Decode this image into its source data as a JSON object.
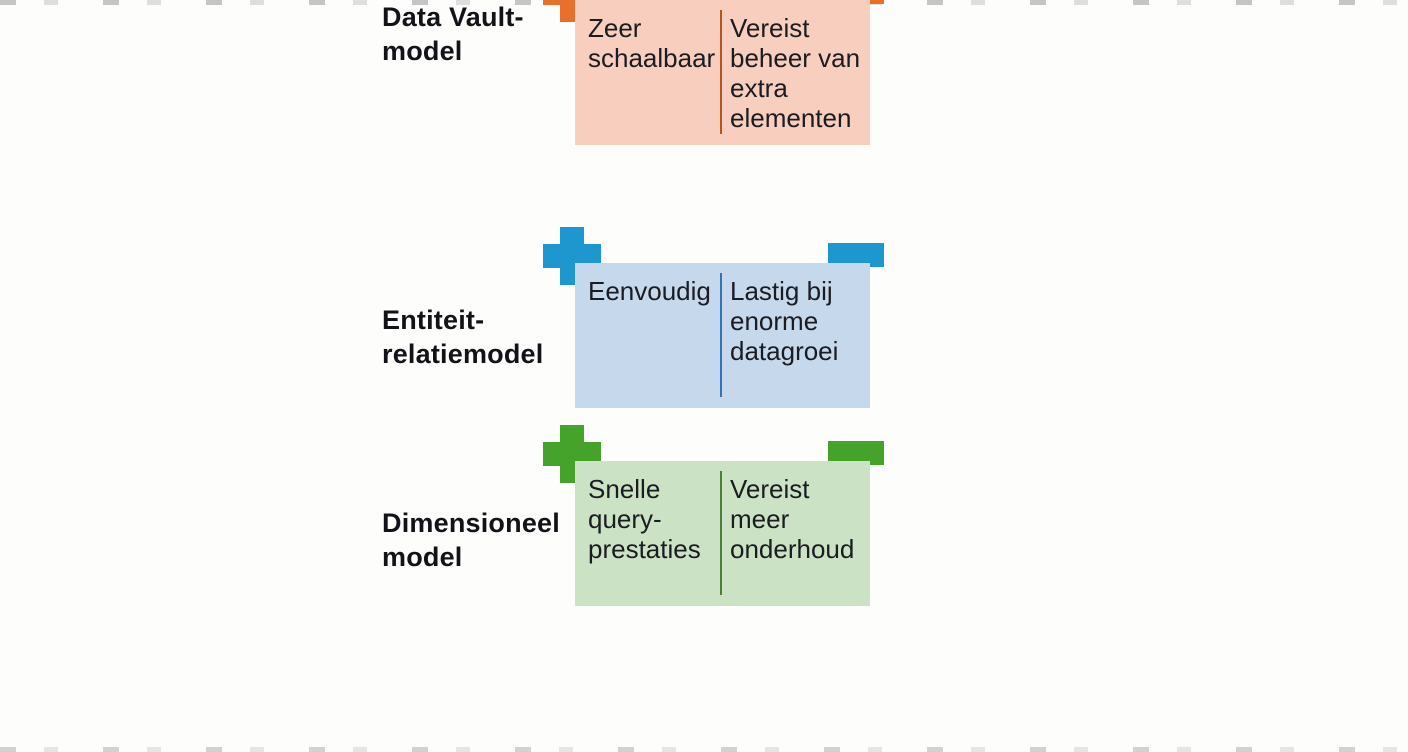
{
  "page": {
    "background_color": "#fdfdfc",
    "text_color": "#1b1b22",
    "language": "nl"
  },
  "icons": {
    "plus_icon_glyph": "+",
    "minus_icon_glyph": "−"
  },
  "rows": [
    {
      "label": "Entiteit-relatiemodel",
      "label_lines": [
        "Entiteit-",
        "relatiemodel"
      ],
      "pro": "Eenvoudig",
      "pro_lines": [
        "Eenvoudig"
      ],
      "con": "Lastig bij enorme datagroei",
      "con_lines": [
        "Lastig bij",
        "enorme",
        "datagroei"
      ],
      "colors": {
        "box_bg": "#c6d9ec",
        "icon": "#1e96ce",
        "divider": "#2e75b5"
      }
    },
    {
      "label": "Dimensioneel model",
      "label_lines": [
        "Dimensioneel",
        "model"
      ],
      "pro": "Snelle query-prestaties",
      "pro_lines": [
        "Snelle",
        "query-",
        "prestaties"
      ],
      "con": "Vereist meer onderhoud",
      "con_lines": [
        "Vereist",
        "meer",
        "onderhoud"
      ],
      "colors": {
        "box_bg": "#cbe3c4",
        "icon": "#45a32c",
        "divider": "#4c7e37"
      }
    },
    {
      "label": "Data Vault-model",
      "label_lines": [
        "Data Vault-",
        "model"
      ],
      "pro": "Zeer schaalbaar",
      "pro_lines": [
        "Zeer",
        "schaalbaar"
      ],
      "con": "Vereist beheer van extra elementen",
      "con_lines": [
        "Vereist",
        "beheer van",
        "extra",
        "elementen"
      ],
      "colors": {
        "box_bg": "#f8cebf",
        "icon": "#e7702a",
        "divider": "#b65321"
      }
    }
  ]
}
